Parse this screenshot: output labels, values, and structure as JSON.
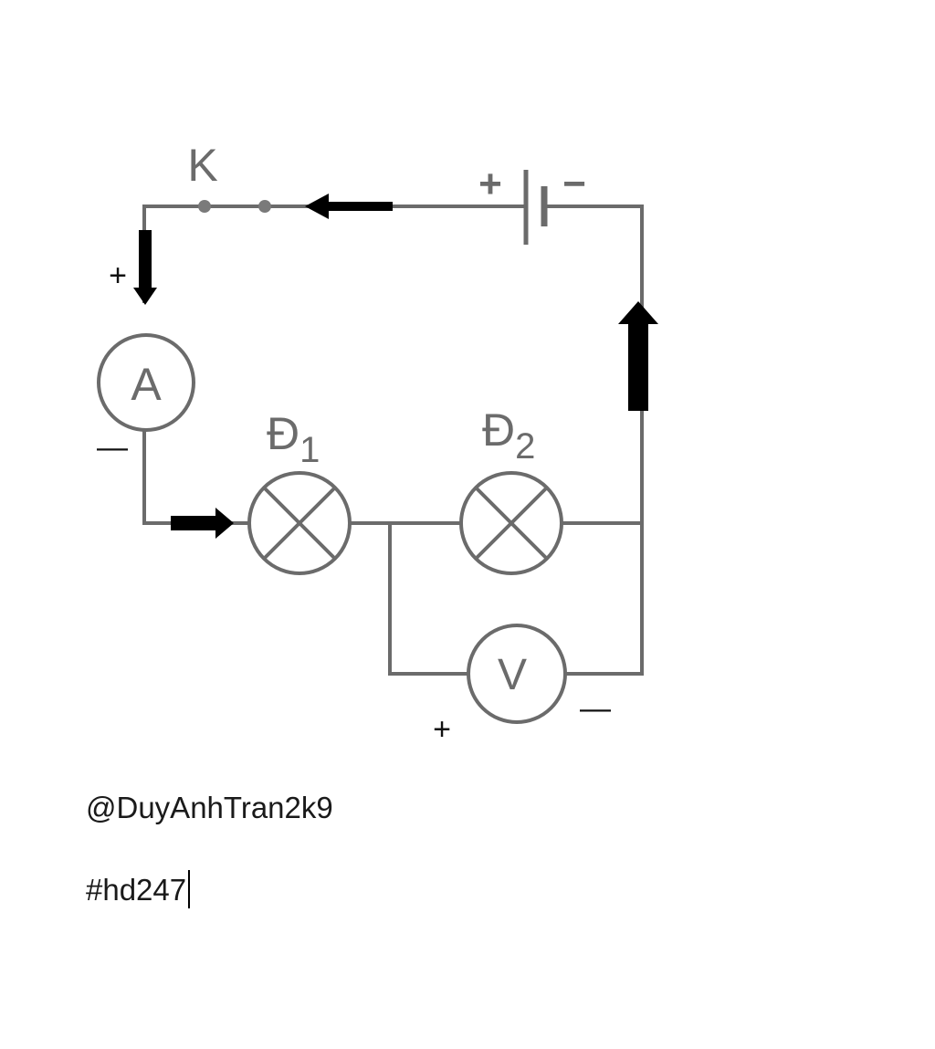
{
  "diagram": {
    "switch_label": "K",
    "battery": {
      "plus": "+",
      "minus": "−"
    },
    "ammeter": {
      "symbol": "A",
      "plus": "+",
      "minus": "—"
    },
    "lamp1": {
      "letter": "Đ",
      "index": "1"
    },
    "lamp2": {
      "letter": "Đ",
      "index": "2"
    },
    "voltmeter": {
      "symbol": "V",
      "plus": "+",
      "minus": "—"
    },
    "colors": {
      "wire": "#6b6b6b",
      "arrow": "#000000",
      "text": "#1a1a1a"
    }
  },
  "captions": {
    "author": "@DuyAnhTran2k9",
    "tag": "#hd247"
  }
}
